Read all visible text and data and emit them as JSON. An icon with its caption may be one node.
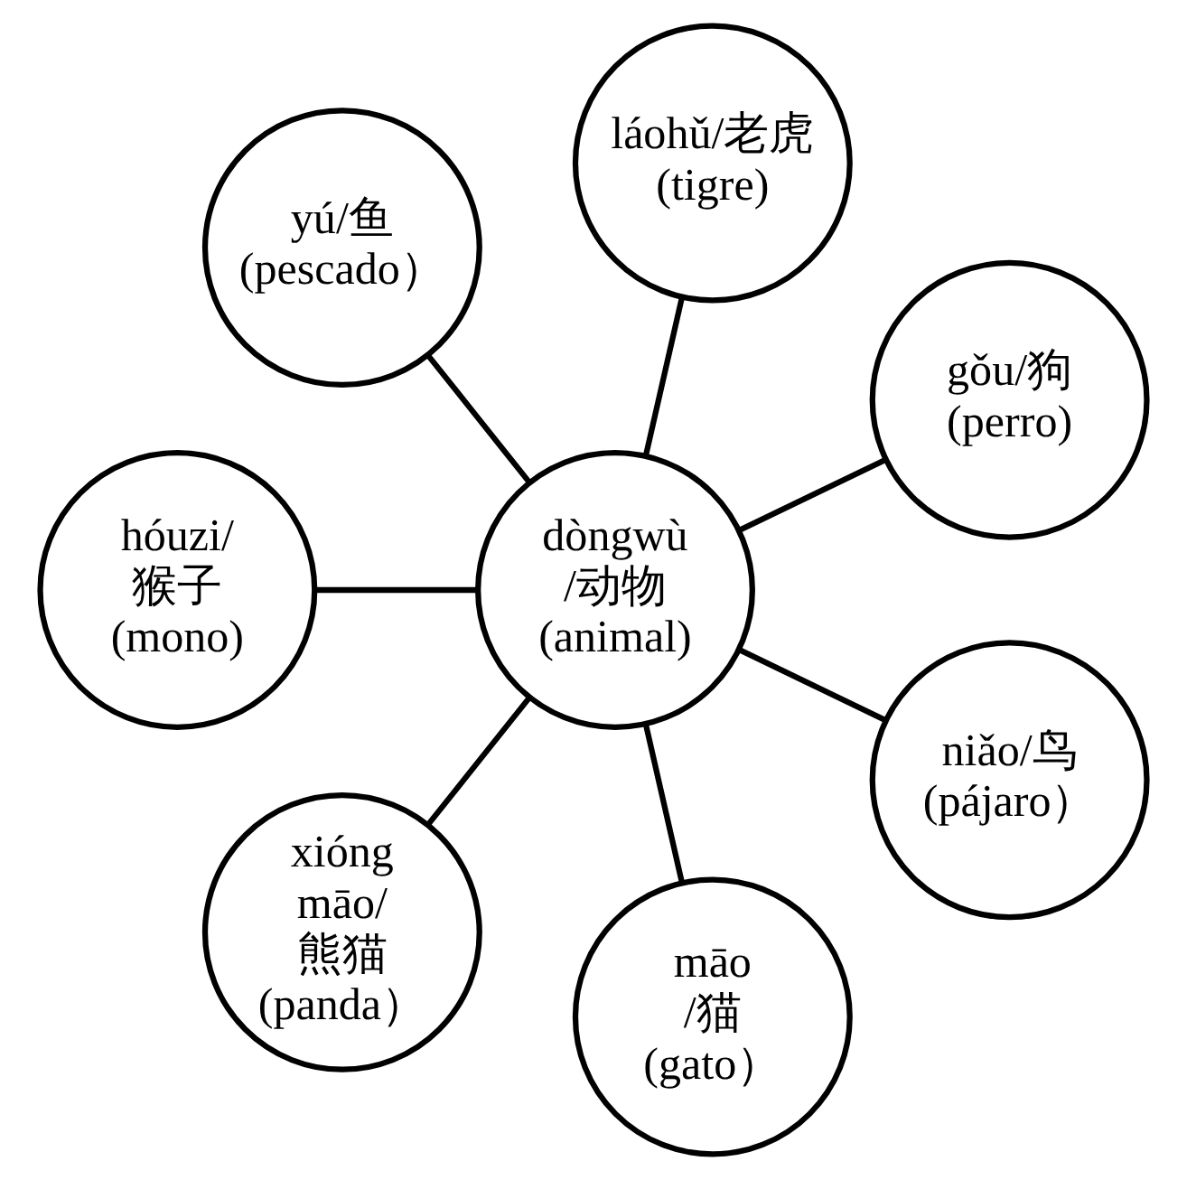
{
  "diagram": {
    "nodes": [
      {
        "text": [
          "dòngwù /动物 (animal)"
        ]
      },
      {
        "text": [
          "gǒu/狗 (perro)"
        ]
      },
      {
        "text": [
          "láohǔ/老虎 (tigre)"
        ]
      },
      {
        "text": [
          "yú/鱼 (pescado）"
        ]
      },
      {
        "text": [
          "hóuzi/ 猴子 (mono)"
        ]
      },
      {
        "text": [
          "xióng māo/ 熊猫 (panda）"
        ]
      },
      {
        "text": [
          "māo /猫 (gato）"
        ]
      },
      {
        "text": [
          "niǎo/鸟 (pájaro）"
        ]
      }
    ],
    "edges": [
      {
        "from": 0,
        "to": 1,
        "arrow": "none"
      },
      {
        "from": 0,
        "to": 3,
        "arrow": "none"
      },
      {
        "from": 0,
        "to": 5,
        "arrow": "none"
      },
      {
        "from": 0,
        "to": 7,
        "arrow": "none"
      },
      {
        "from": 0,
        "to": 6,
        "arrow": "none"
      },
      {
        "from": 0,
        "to": 4,
        "arrow": "none"
      },
      {
        "from": 0,
        "to": 2,
        "arrow": "none"
      }
    ]
  }
}
